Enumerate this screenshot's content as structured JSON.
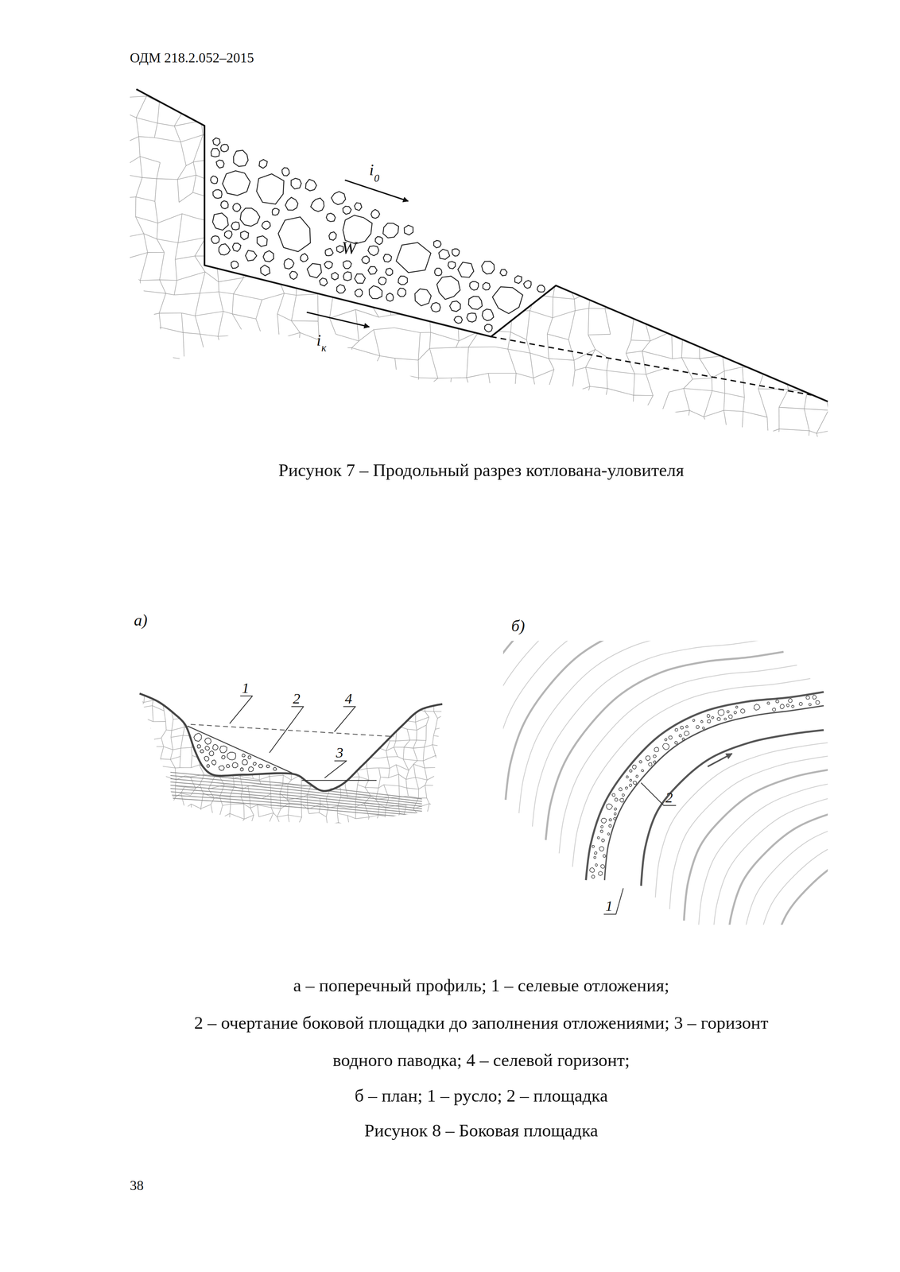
{
  "diagram": {
    "labels": [
      "ОДМ 218.2.052–2015",
      "i",
      "0",
      "W",
      "i",
      "к",
      "Рисунок 7 – Продольный разрез котлована-уловителя",
      "а)",
      "б)",
      "1",
      "2",
      "4",
      "3",
      "2",
      "1",
      "а – поперечный профиль; 1 – селевые отложения;",
      "2 – очертание боковой площадки до заполнения отложениями; 3 – горизонт",
      "водного паводка; 4 – селевой горизонт;",
      "б – план; 1 – русло; 2 – площадка",
      "Рисунок 8 – Боковая площадка",
      "38"
    ]
  }
}
